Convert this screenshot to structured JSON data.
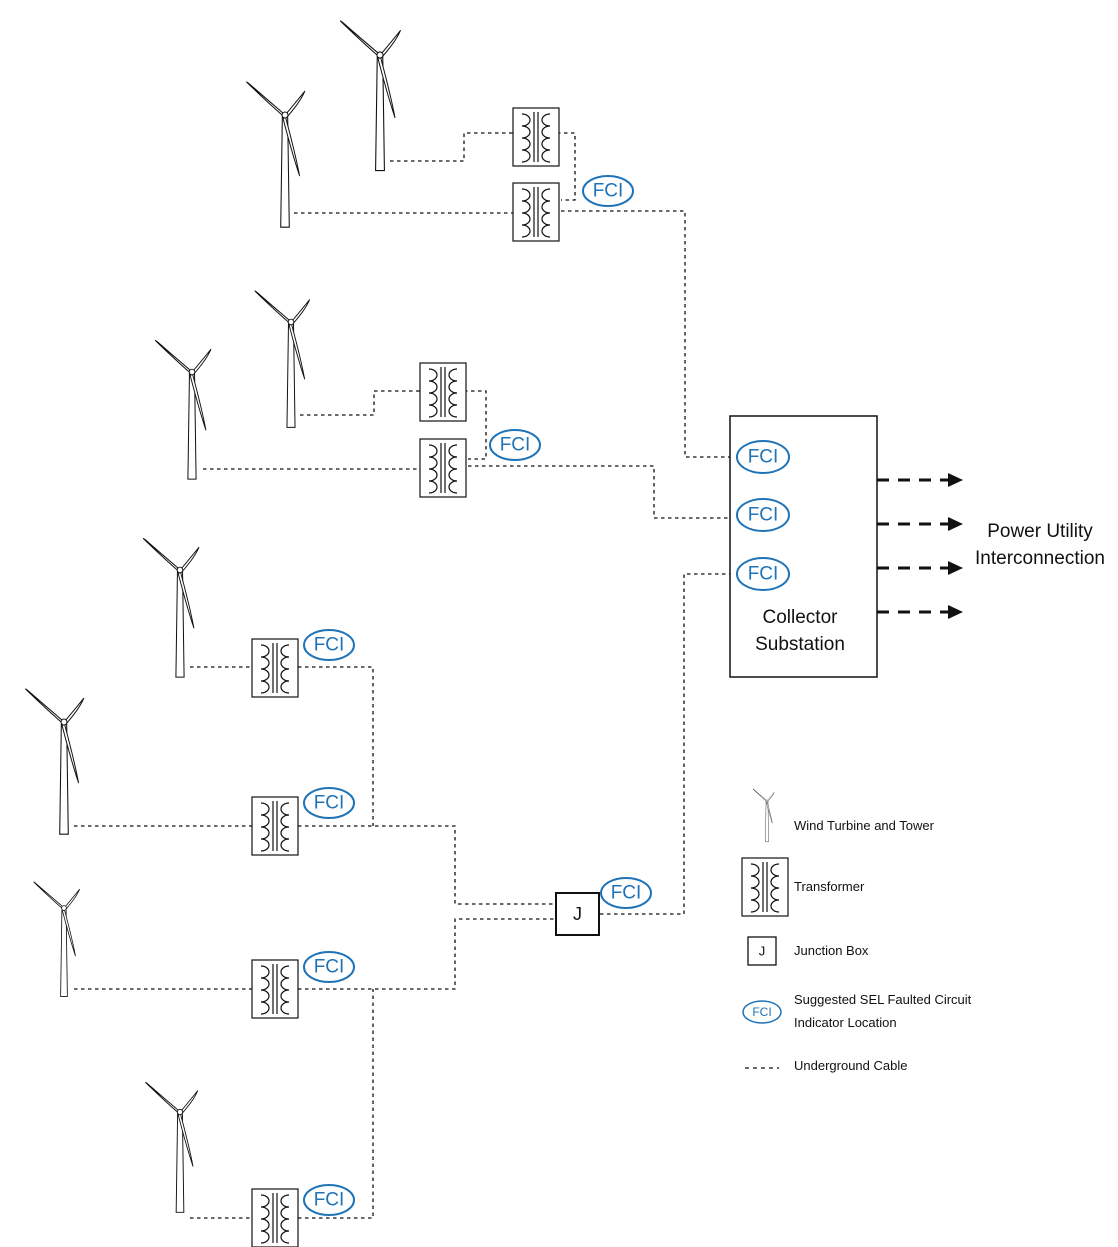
{
  "diagram": {
    "fci_label": "FCI",
    "junction_label": "J",
    "substation": {
      "line1": "Collector",
      "line2": "Substation"
    },
    "utility": {
      "line1": "Power Utility",
      "line2": "Interconnection"
    }
  },
  "legend": {
    "items": [
      {
        "icon": "wind-turbine-icon",
        "label": "Wind Turbine and Tower"
      },
      {
        "icon": "transformer-icon",
        "label": "Transformer"
      },
      {
        "icon": "junction-box-icon",
        "label": "Junction Box",
        "symbol": "J"
      },
      {
        "icon": "fci-icon",
        "label": "Suggested SEL Faulted Circuit",
        "label2": "Indicator Location",
        "symbol": "FCI"
      },
      {
        "icon": "dashed-line-icon",
        "label": "Underground Cable"
      }
    ]
  },
  "colors": {
    "fci_blue": "#1f73b7",
    "line": "#111111",
    "background": "#ffffff"
  }
}
